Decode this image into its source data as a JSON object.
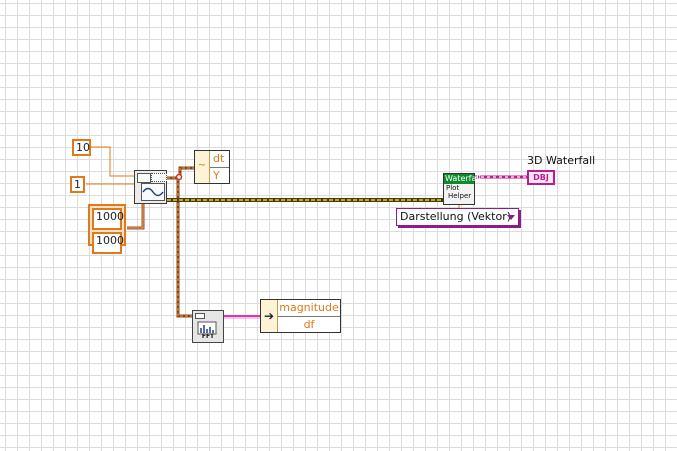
{
  "diagram": {
    "constants": {
      "frequency": "10",
      "amplitude": "1",
      "array_values": [
        "1000",
        "1000"
      ]
    },
    "bundle_block": {
      "fields": [
        "dt",
        "Y"
      ]
    },
    "unbundle_block": {
      "fields": [
        "magnitude",
        "df"
      ]
    },
    "waterfall_helper": {
      "header": "Waterfall",
      "line1": "Plot",
      "line2": "Helper"
    },
    "fft_block": {
      "label": "FFT"
    },
    "ring_control": {
      "selected": "Darstellung (Vektor)"
    },
    "output": {
      "label": "3D Waterfall",
      "refnum_text": "DBJ"
    },
    "colors": {
      "integer_wire": "#e07a18",
      "cluster_wire": "#8b4513",
      "dynamic_wire": "#c9b400",
      "refnum_wire": "#b81e8f"
    }
  }
}
